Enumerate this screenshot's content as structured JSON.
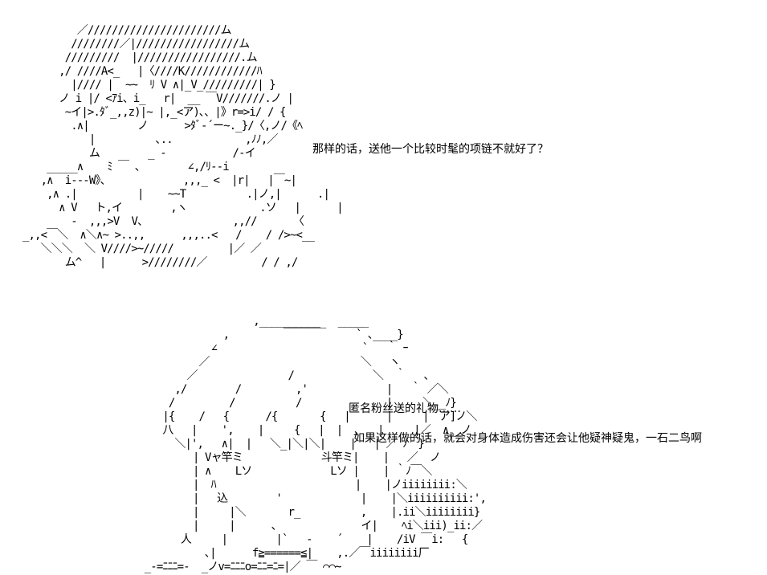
{
  "dialogue": {
    "line1": "那样的话，送他一个比较时髦的项链不就好了？",
    "line2": "匿名粉丝送的礼物……",
    "line3": "如果这样做的话，就会对身体造成伤害还会让他疑神疑鬼，一石二鸟啊"
  },
  "ascii_art": {
    "top": "         ／//////////////////////ム\n        ////////／|/////////////////ム\n       /////////  |/////////////////.ム\n      ,/ ////A<_   |〈////K////////////ﾊ\n        |//// |  ~~  ﾘ V ∧|_V_/////////| }\n      ノ i |/ <ｱi、i_   r|  __ ￣V///////.ノ |\n       ~イ|>.ﾀﾞ_,,z)|~ |,_<ア)､、|》r=>i/ / {\n        .∧|        ノ      >ﾀﾞ-´ー~._}/〈,ノ/《ﾍ\n           |          ､..            ,ﾉﾉ,／\n           ム        _ ‐           /-イ\n    _____∧    ﾐ ￣ 、       ∠,/ﾘ‐-i\n   ,∧  i‐‐‐W》、            ,,,_ <  |r|   |￣~|\n    ,∧ .|          |    ~~T          .|ノ,|      .|\n      ∧ V   ト,イ        ,ヽ            .ソ   |      |\n        -  ,,,>V  V、              ,,//      〈\n_,,<￣＼  ∧＼∧~ >..,,      ,,,..<   /    / />~<__\n   ＼＼＼  ＼ V////>~/////         |／ ／\n       ム^   |      >////////／         / / ,/",
    "bottom": "                           ,__________   _____\n                      ,         ￣￣￣￣     ` ､____}\n                    ∠                        `   ｀ ｰ\n                  ／                         ＼   ヽ\n                ／               /             ＼  ｀   ､\n              ,/        /         ,'             |   ｀ ／＼\n             /         /          /              |     ＼ _ﾉ}\n            |{    /   {      /{       {   |      |     |￣ア]ノ＼\n            八   |    ',    |     {   |  |  ､   |     |／  ∧__ノ\n              ＼|',   ∧|  |   ＼_|＼|＼|    |   | ／ ﾉ￣}\n                 | Vャ竿ミ             斗竿ミ|    |   ／  ノ\n                 | ∧    Lソ             Lソ |    | ｀ﾉ￣＼\n                 |  ﾊ                       |    |ノiiiiiiii:＼\n                 |   込        '             |    |＼iiiiiiiiii:',\n                 |     |＼       r_          ,    |.ii＼iiiiiiii}\n                 |     |      ､              イ|    ﾍi＼iii)_ii:／\n               人     |        |`   -    ´    |    /iV ￣i:   {\n                   ､|      f≧======≦|    ,.／￣iiiiiiii厂\n         _-=ﾆﾆﾆ=-  _ノv=ﾆﾆﾆo=ﾆﾆ=ﾆ=|／ ￣ ⌒⌒~"
  }
}
